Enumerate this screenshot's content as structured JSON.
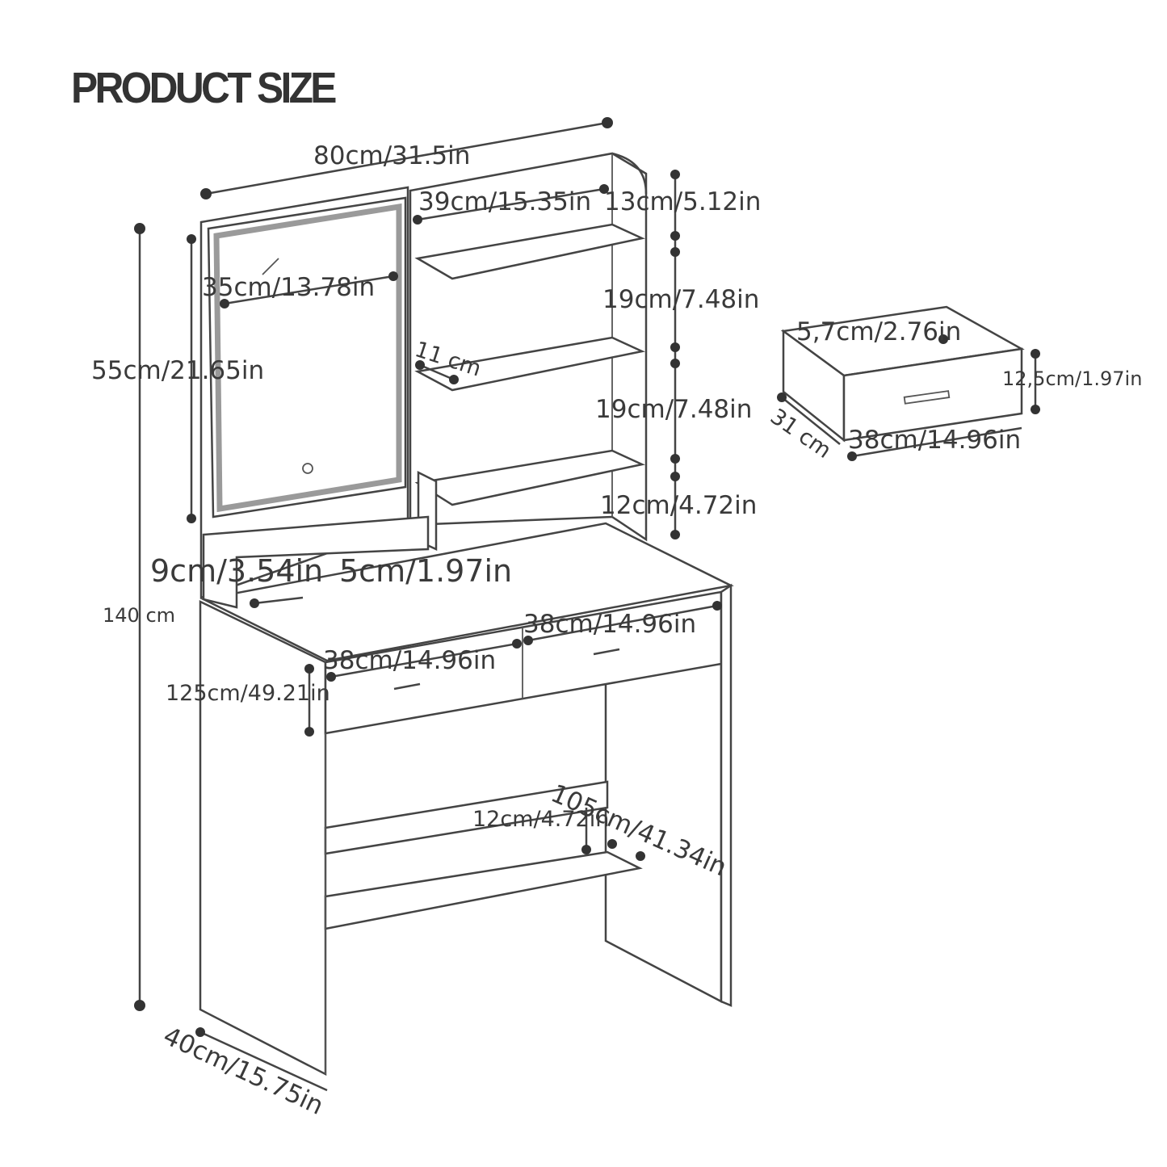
{
  "title": "PRODUCT SIZE",
  "dimensions": {
    "overall_width": "80cm/31.5in",
    "shelf_width": "39cm/15.35in",
    "top_gap": "13cm/5.12in",
    "mirror_width": "35cm/13.78in",
    "shelf_gap_1": "19cm/7.48in",
    "shelf_depth": "11 cm",
    "shelf_gap_2": "19cm/7.48in",
    "mirror_height": "55cm/21.65in",
    "shelf_gap_3": "12cm/4.72in",
    "side_box_height": "9cm/3.54in",
    "side_box_depth": "5cm/1.97in",
    "overall_height": "140 cm",
    "drawer_right_width": "38cm/14.96in",
    "drawer_left_width": "38cm/14.96in",
    "table_height": "125cm/49.21in",
    "bottom_shelf_height": "12cm/4.72in",
    "leg_height": "105cm/41.34in",
    "overall_depth": "40cm/15.75in"
  },
  "drawer_detail": {
    "inner_depth": "5,7cm/2.76in",
    "height": "12,5cm/1.97in",
    "depth": "31 cm",
    "width": "38cm/14.96in"
  }
}
